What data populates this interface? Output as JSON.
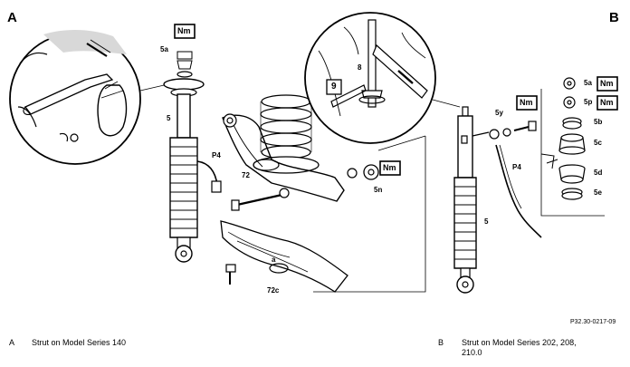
{
  "panels": {
    "a_letter": "A",
    "b_letter": "B"
  },
  "labels": {
    "nm": "Nm",
    "five": "5",
    "five_a": "5a",
    "five_b": "5b",
    "five_c": "5c",
    "five_d": "5d",
    "five_e": "5e",
    "five_n": "5n",
    "five_p": "5p",
    "five_y": "5y",
    "p4": "P4",
    "seventy_two": "72",
    "seventy_two_c": "72c",
    "a_small": "a",
    "eight": "8",
    "nine": "9"
  },
  "reference_code": "P32.30-0217-09",
  "captions": {
    "a_letter": "A",
    "a_text": "Strut on Model Series 140",
    "b_letter": "B",
    "b_text_line1": "Strut on Model Series 202, 208,",
    "b_text_line2": "210.0"
  }
}
